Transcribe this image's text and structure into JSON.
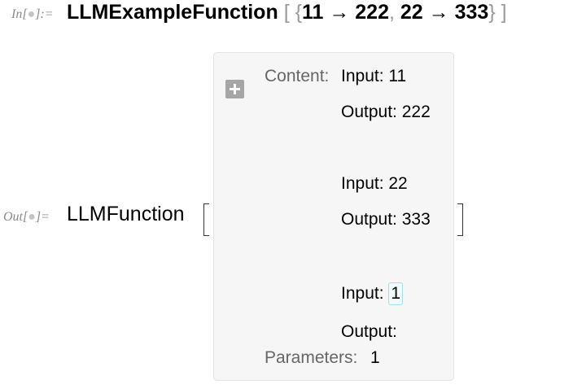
{
  "input_cell": {
    "label_prefix": "In[",
    "label_dot": "●",
    "label_suffix": "]:=",
    "function_name": "LLMExampleFunction",
    "open_bracket": "[",
    "open_brace": "{",
    "rule1": "11 → 222",
    "comma": ",",
    "rule2": "22 → 333",
    "close_brace": "}",
    "close_bracket": "]"
  },
  "output_cell": {
    "label_prefix": "Out[",
    "label_dot": "●",
    "label_suffix": "]=",
    "head": "LLMFunction",
    "summary_box": {
      "content_key": "Content:",
      "examples": [
        {
          "input_label": "Input: 11",
          "output_label": "Output: 222"
        },
        {
          "input_label": "Input: 22",
          "output_label": "Output: 333"
        }
      ],
      "template_input_label": "Input:",
      "template_slot": "1",
      "template_output_label": "Output:",
      "parameters_key": "Parameters:",
      "parameters_value": "1"
    }
  }
}
